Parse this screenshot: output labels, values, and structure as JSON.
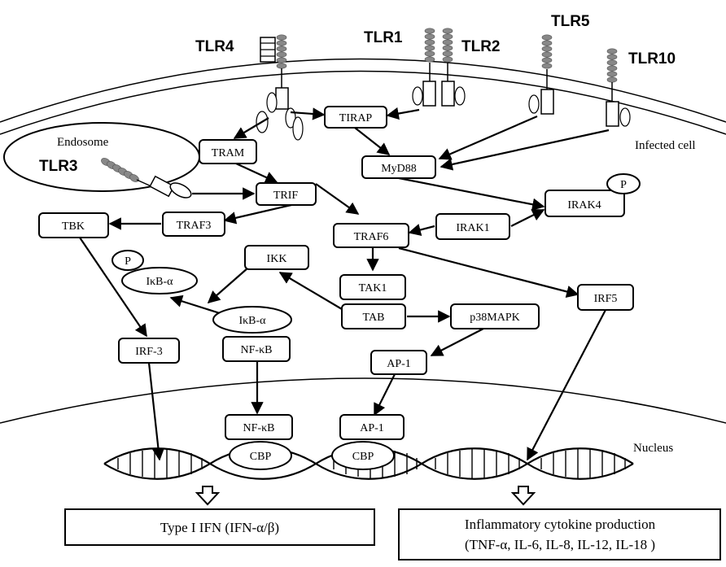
{
  "receptors": {
    "tlr4": "TLR4",
    "tlr1": "TLR1",
    "tlr2": "TLR2",
    "tlr5": "TLR5",
    "tlr10": "TLR10",
    "tlr3": "TLR3"
  },
  "compartments": {
    "endosome": "Endosome",
    "infected_cell": "Infected cell",
    "nucleus": "Nucleus"
  },
  "nodes": {
    "tirap": "TIRAP",
    "tram": "TRAM",
    "myd88": "MyD88",
    "trif": "TRIF",
    "irak4": "IRAK4",
    "irak4_p": "P",
    "tbk": "TBK",
    "traf3": "TRAF3",
    "traf6": "TRAF6",
    "irak1": "IRAK1",
    "ikk": "IKK",
    "ikba_p_label": "P",
    "ikba_phos": "IκB-α",
    "ikba": "IκB-α",
    "tak1": "TAK1",
    "tab": "TAB",
    "p38mapk": "p38MAPK",
    "irf5": "IRF5",
    "irf3": "IRF-3",
    "nfkb_cyto": "NF-κB",
    "ap1_cyto": "AP-1",
    "nfkb_nuc": "NF-κB",
    "ap1_nuc": "AP-1",
    "cbp_left": "CBP",
    "cbp_right": "CBP"
  },
  "outputs": {
    "type1_ifn": "Type I IFN (IFN-α/β)",
    "cytokine_line1": "Inflammatory cytokine production",
    "cytokine_line2": "(TNF-α, IL-6, IL-8, IL-12, IL-18 )"
  }
}
